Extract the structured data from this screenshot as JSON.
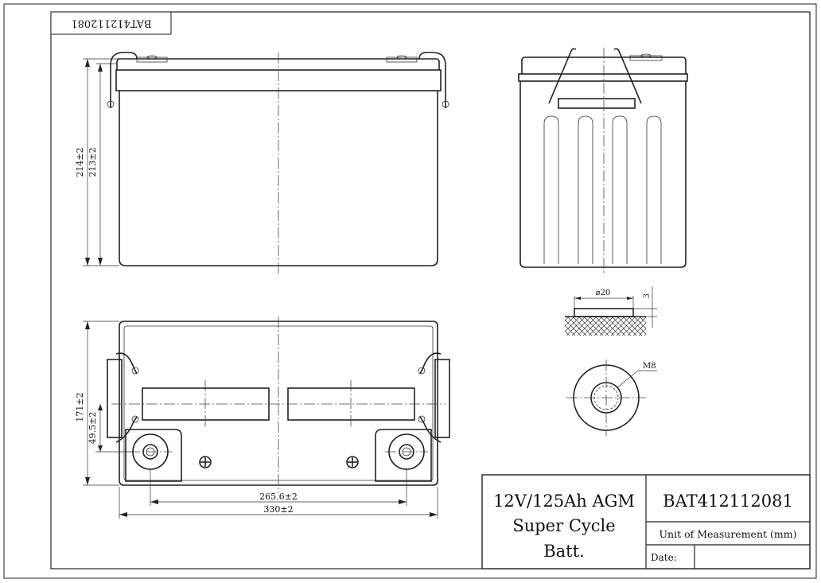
{
  "drawing": {
    "code_tab": "BAT412112081",
    "front_view": {
      "dims": {
        "overall_height": "214±2",
        "case_height": "213±2"
      }
    },
    "top_view": {
      "dims": {
        "width": "171±2",
        "terminal_offset": "49.5±2",
        "terminal_spacing": "265.6±2",
        "length": "330±2"
      }
    },
    "terminal_detail": {
      "diameter": "⌀20",
      "height": "3",
      "thread": "M8"
    }
  },
  "title_block": {
    "product_line1": "12V/125Ah AGM",
    "product_line2": "Super Cycle",
    "product_line3": "Batt.",
    "part_number": "BAT412112081",
    "unit_label": "Unit of Measurement (mm)",
    "date_label": "Date:"
  }
}
